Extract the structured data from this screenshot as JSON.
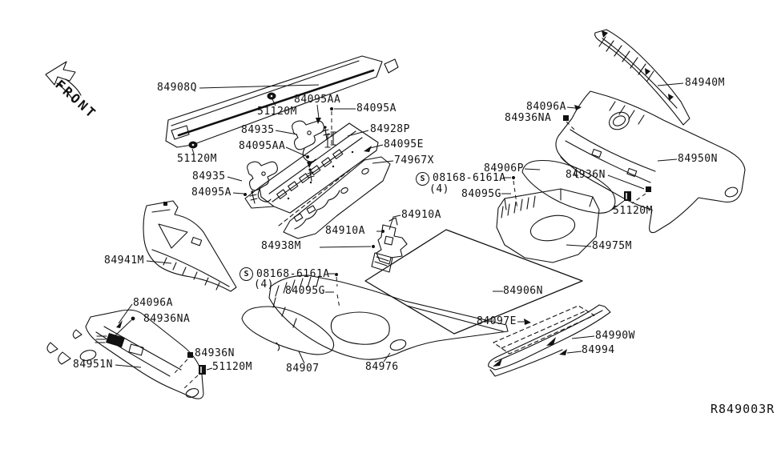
{
  "front_label": "FRONT",
  "ref_code": "R849003R",
  "fastener_note": {
    "symbol": "S",
    "part": "08168-6161A",
    "qty": "(4)"
  },
  "labels": [
    {
      "id": "sill-panel",
      "text": "84908Q"
    },
    {
      "id": "grommet-top",
      "text": "51120M"
    },
    {
      "id": "bolt-top",
      "text": "84095AA"
    },
    {
      "id": "clip-top",
      "text": "84095A"
    },
    {
      "id": "bracket-top",
      "text": "84935"
    },
    {
      "id": "cross-member",
      "text": "84928P"
    },
    {
      "id": "bolt-mid",
      "text": "84095AA"
    },
    {
      "id": "insulator-clip",
      "text": "84095E"
    },
    {
      "id": "grommet-left",
      "text": "51120M"
    },
    {
      "id": "insulator",
      "text": "74967X"
    },
    {
      "id": "bracket-lower",
      "text": "84935"
    },
    {
      "id": "clip-lower",
      "text": "84095A"
    },
    {
      "id": "finisher-upper-rh",
      "text": "84940M"
    },
    {
      "id": "clip-tr",
      "text": "84096A"
    },
    {
      "id": "clip-tr2",
      "text": "84936NA"
    },
    {
      "id": "finisher-lower-rh",
      "text": "84950N"
    },
    {
      "id": "mat-rear",
      "text": "84906P"
    },
    {
      "id": "clip-right",
      "text": "84936N"
    },
    {
      "id": "screw-right",
      "text": "08168-6161A"
    },
    {
      "id": "screw-right-qty",
      "text": "(4)"
    },
    {
      "id": "felt-right",
      "text": "84095G"
    },
    {
      "id": "grommet-right",
      "text": "51120M"
    },
    {
      "id": "box-center",
      "text": "84975M"
    },
    {
      "id": "bracket-r1",
      "text": "84910A"
    },
    {
      "id": "bracket-r2",
      "text": "84910A"
    },
    {
      "id": "bracket-base",
      "text": "84938M"
    },
    {
      "id": "screw-left",
      "text": "08168-6161A"
    },
    {
      "id": "screw-left-qty",
      "text": "(4)"
    },
    {
      "id": "felt-left",
      "text": "84095G"
    },
    {
      "id": "floor-board",
      "text": "84906N"
    },
    {
      "id": "carpet-rear",
      "text": "84097E"
    },
    {
      "id": "finisher-rear",
      "text": "84990W"
    },
    {
      "id": "cap-rear",
      "text": "84994"
    },
    {
      "id": "finisher-upper-lh",
      "text": "84941M"
    },
    {
      "id": "clip-bl1",
      "text": "84096A"
    },
    {
      "id": "clip-bl2",
      "text": "84936NA"
    },
    {
      "id": "clip-bottom",
      "text": "84936N"
    },
    {
      "id": "grommet-bottom",
      "text": "51120M"
    },
    {
      "id": "finisher-lower-lh",
      "text": "84951N"
    },
    {
      "id": "box-side-lh",
      "text": "84907"
    },
    {
      "id": "box-side-rh",
      "text": "84976"
    }
  ]
}
